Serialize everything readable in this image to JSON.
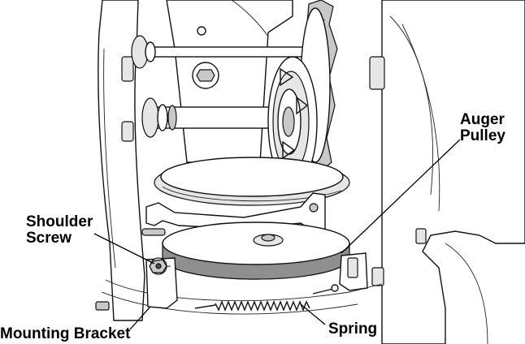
{
  "labels": {
    "auger_pulley": [
      "Auger",
      "Pulley"
    ],
    "shoulder_screw": [
      "Shoulder",
      "Screw"
    ],
    "mounting_bracket": "Mounting Bracket",
    "spring": "Spring"
  },
  "colors": {
    "line": "#111111",
    "light_fill": "#e6e6e6",
    "mid_fill": "#c8c8c8",
    "belt": "#8f8f8f",
    "dark": "#4a4a4a"
  }
}
